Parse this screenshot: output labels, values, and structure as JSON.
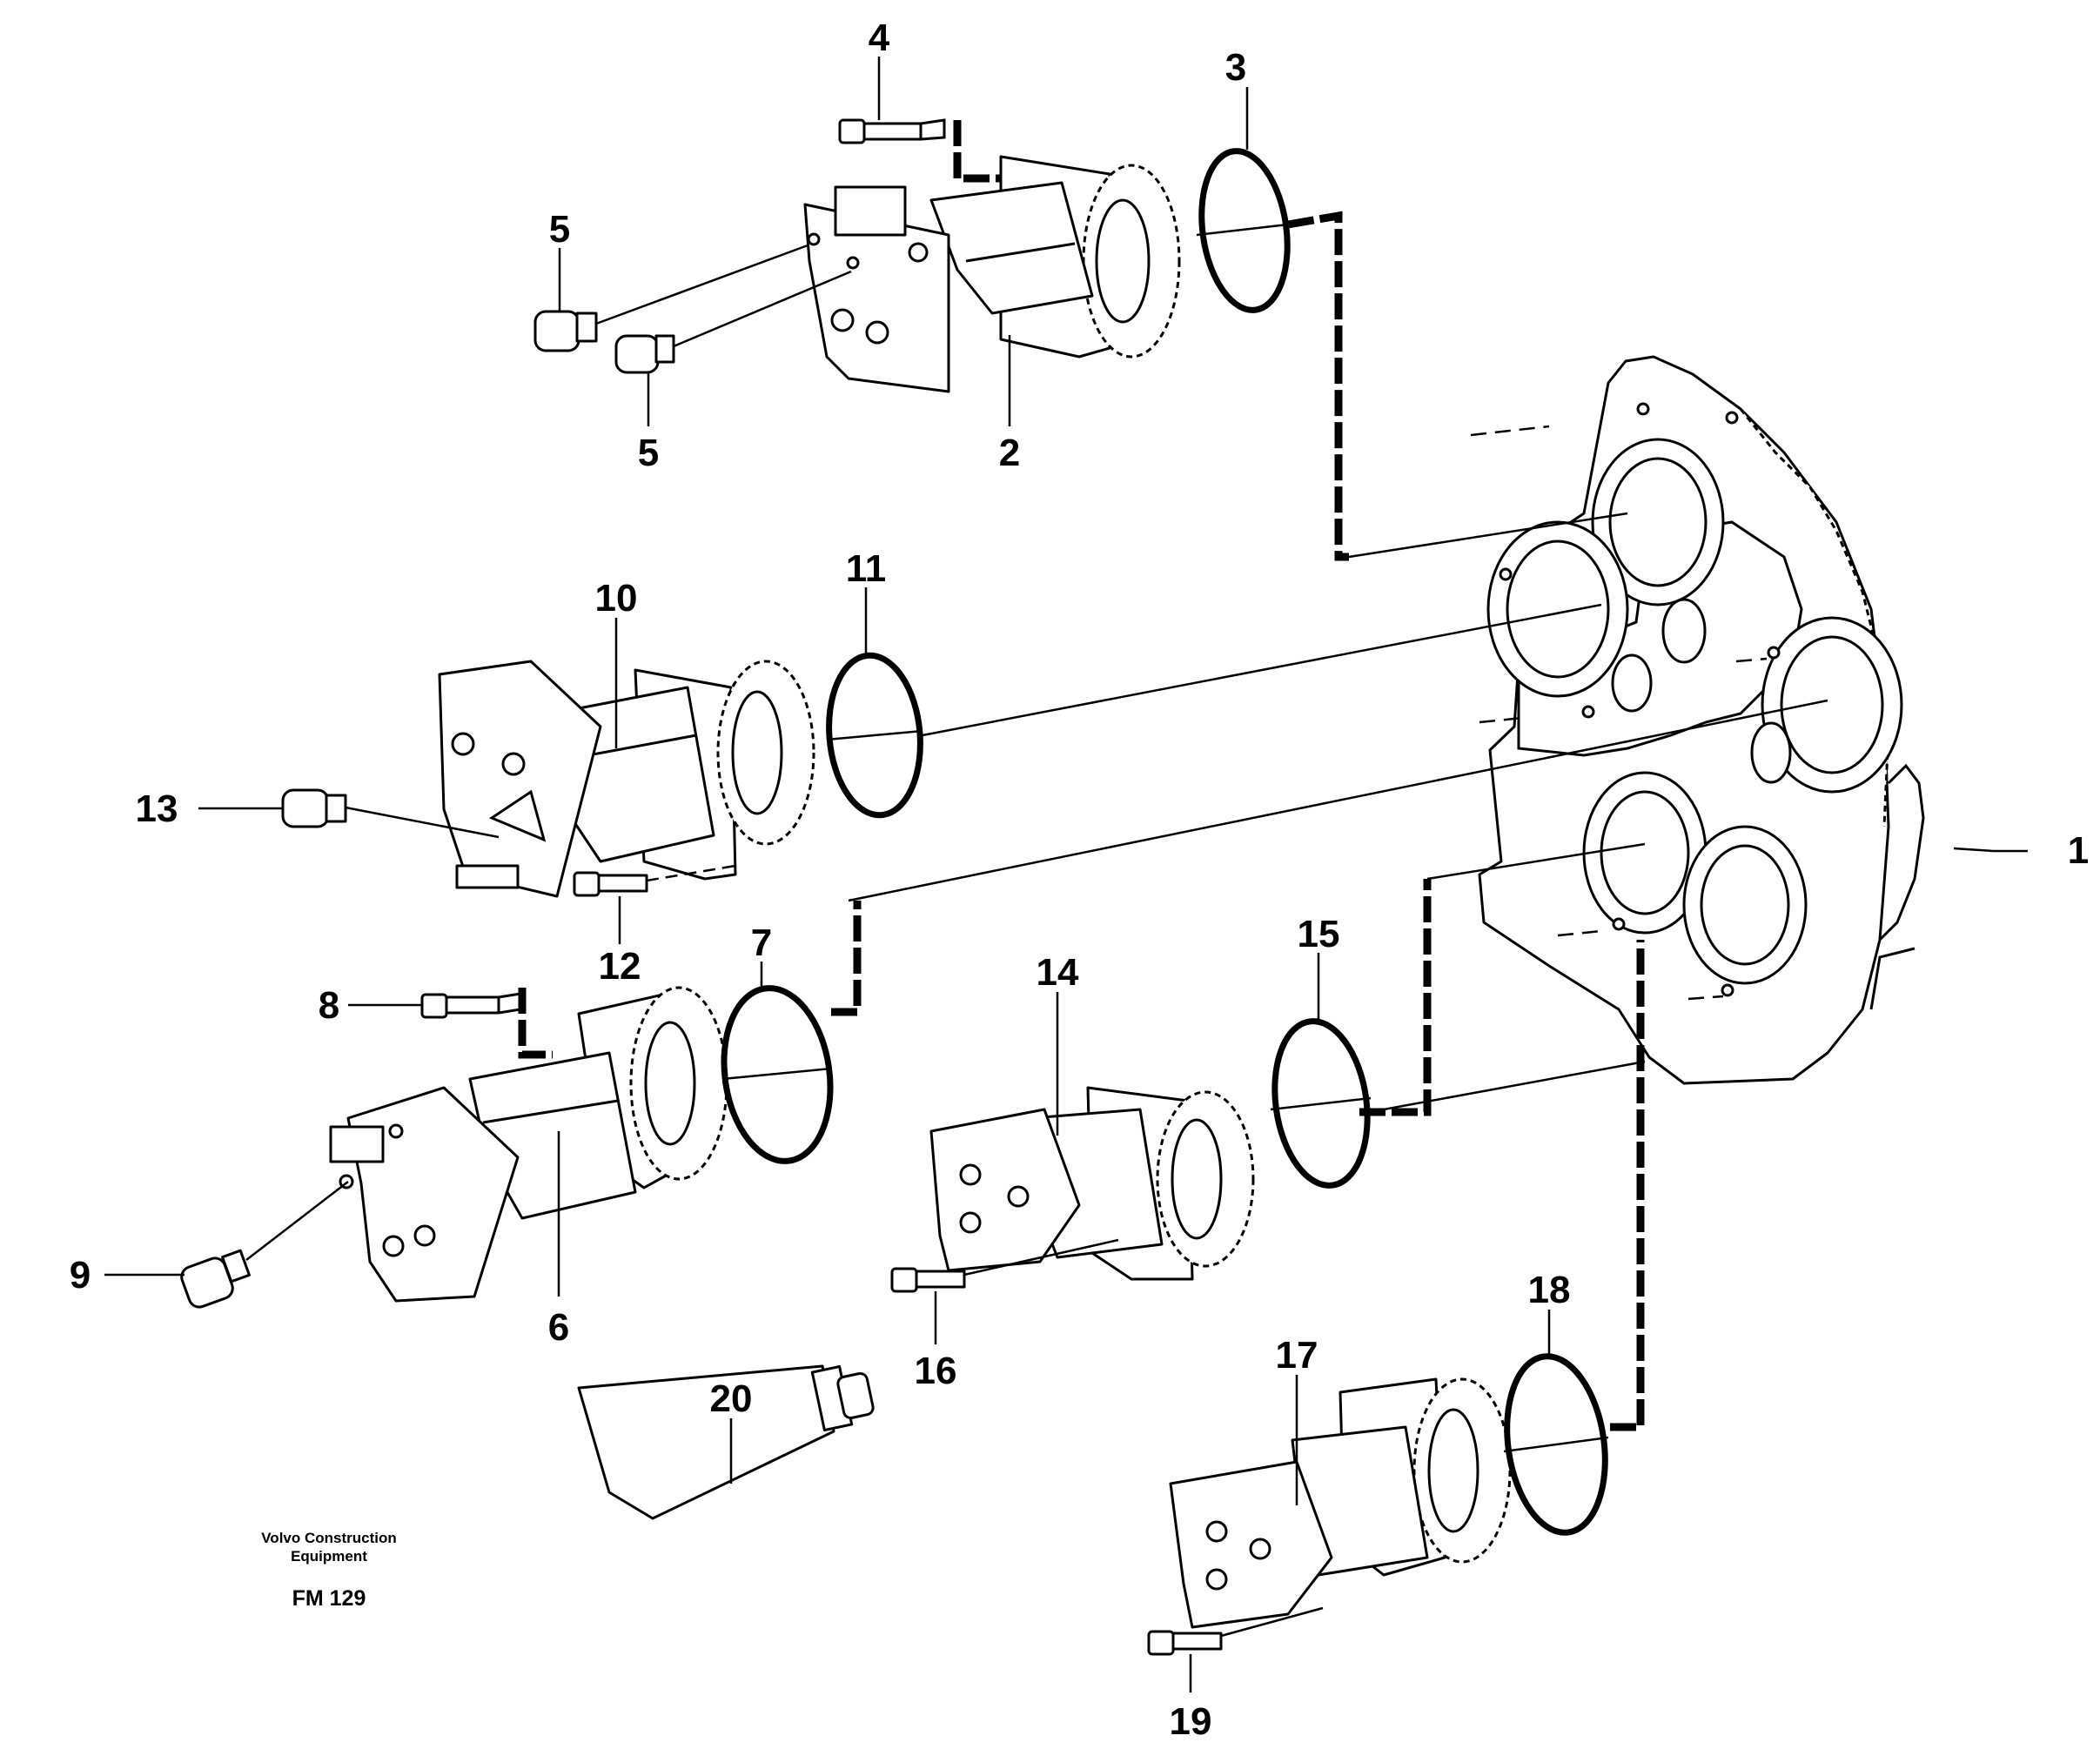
{
  "callouts": {
    "n1": "1",
    "n2": "2",
    "n3": "3",
    "n4": "4",
    "n5a": "5",
    "n5b": "5",
    "n6": "6",
    "n7": "7",
    "n8": "8",
    "n9": "9",
    "n10": "10",
    "n11": "11",
    "n12": "12",
    "n13": "13",
    "n14": "14",
    "n15": "15",
    "n16": "16",
    "n17": "17",
    "n18": "18",
    "n19": "19",
    "n20": "20"
  },
  "imprint": {
    "company_line1": "Volvo Construction",
    "company_line2": "Equipment",
    "figure_code": "FM 129"
  }
}
